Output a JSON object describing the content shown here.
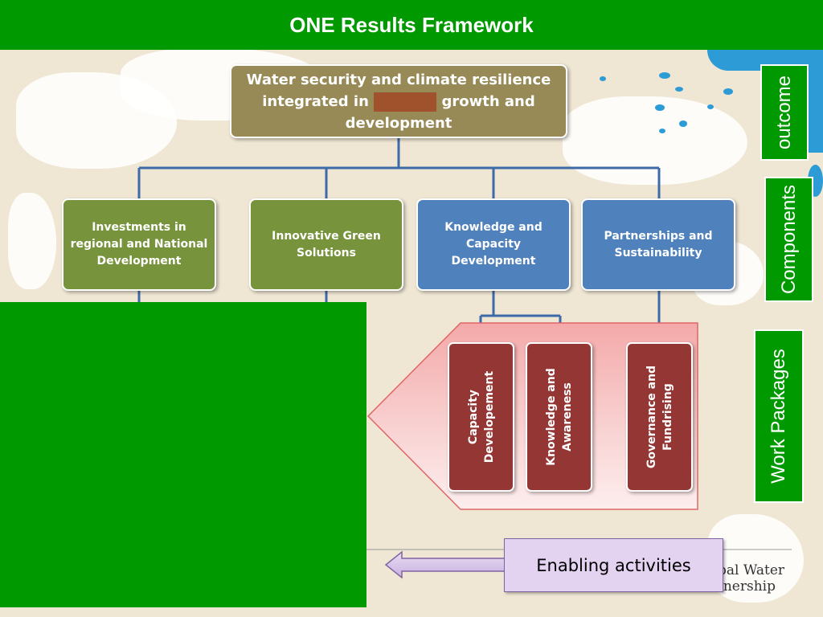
{
  "slide": {
    "title": "ONE Results Framework"
  },
  "outcome": {
    "text_before": "Water security and climate resilience integrated in",
    "text_after": "growth and development"
  },
  "components": [
    {
      "label": "Investments in regional  and National Development"
    },
    {
      "label": "Innovative Green Solutions"
    },
    {
      "label": "Knowledge and Capacity Development"
    },
    {
      "label": "Partnerships and Sustainability"
    }
  ],
  "work_packages": [
    {
      "label": "Capacity Developement"
    },
    {
      "label": "Knowledge and Awareness"
    },
    {
      "label": "Governance and Fundrising"
    }
  ],
  "side_labels": {
    "outcome": "outcome",
    "components": "Components",
    "work_packages": "Work Packages"
  },
  "enabling": {
    "label": "Enabling activities"
  },
  "logo": {
    "line1": "bal Water",
    "line2": "tnership"
  },
  "colors": {
    "header_green": "#009900",
    "outcome_box": "#978a56",
    "component_green": "#77933c",
    "component_blue": "#4f81bd",
    "work_package": "#943634",
    "connector": "#3d6aa8"
  }
}
